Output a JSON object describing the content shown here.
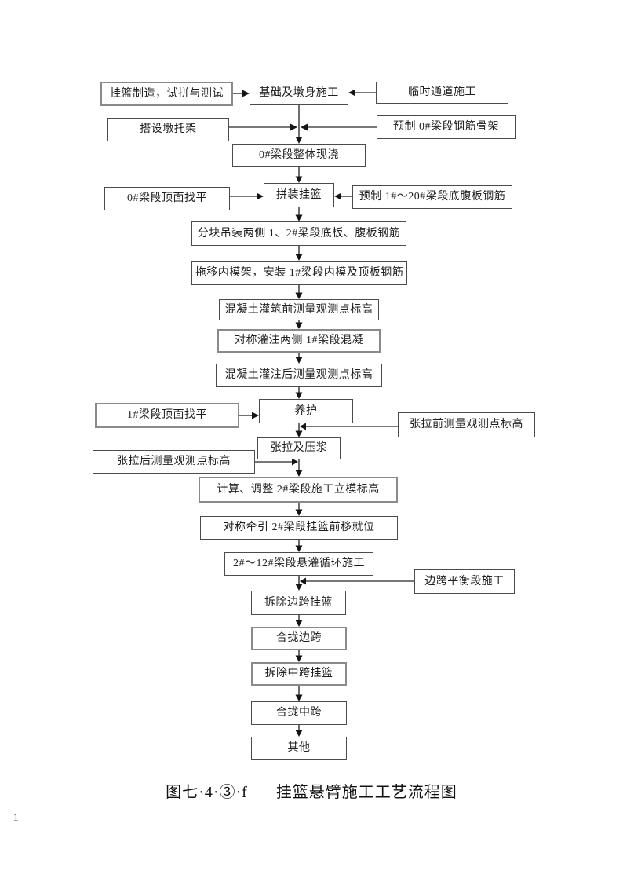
{
  "page": {
    "number": "1"
  },
  "caption": {
    "figure_no": "图七·4·③·f",
    "title": "挂篮悬臂施工工艺流程图"
  },
  "colors": {
    "background": "#ffffff",
    "line": "#4a4a4a",
    "arrow": "#151515",
    "text": "#1f1f1f",
    "box_border": "#4b4b4b",
    "box_border_thick": "#8a8a8a"
  },
  "flowchart": {
    "type": "flowchart",
    "nodes": {
      "basket_fabrication": {
        "label": "挂篮制造，试拼与测试"
      },
      "foundation_pier": {
        "label": "基础及墩身施工"
      },
      "temporary_access": {
        "label": "临时通道施工"
      },
      "pier_bracket": {
        "label": "搭设墩托架"
      },
      "precast_0_skeleton": {
        "label": "预制 0#梁段钢筋骨架"
      },
      "segment0_cast": {
        "label": "0#梁段整体现浇"
      },
      "segment0_leveling": {
        "label": "0#梁段顶面找平"
      },
      "assemble_basket": {
        "label": "拼装挂篮"
      },
      "precast_1_20_rebar": {
        "label": "预制 1#～20#梁段底腹板钢筋"
      },
      "hoist_rebar": {
        "label": "分块吊装两侧 1、2#梁段底板、腹板钢筋"
      },
      "move_inner_form": {
        "label": "拖移内模架，安装 1#梁段内模及顶板钢筋"
      },
      "survey_before_pour": {
        "label": "混凝土灌筑前测量观测点标高"
      },
      "symmetric_pour": {
        "label": "对称灌注两侧 1#梁段混凝"
      },
      "survey_after_pour": {
        "label": "混凝土灌注后测量观测点标高"
      },
      "curing": {
        "label": "养护"
      },
      "segment1_leveling": {
        "label": "1#梁段顶面找平"
      },
      "survey_before_tension": {
        "label": "张拉前测量观测点标高"
      },
      "tension_grouting": {
        "label": "张拉及压浆"
      },
      "survey_after_tension": {
        "label": "张拉后测量观测点标高"
      },
      "adjust_formwork": {
        "label": "计算、调整 2#梁段施工立模标高"
      },
      "drag_basket": {
        "label": "对称牵引 2#梁段挂篮前移就位"
      },
      "cyclic_construction": {
        "label": "2#～12#梁段悬灌循环施工"
      },
      "side_span_balance": {
        "label": "边跨平衡段施工"
      },
      "remove_side_basket": {
        "label": "拆除边跨挂篮"
      },
      "close_side_span": {
        "label": "合拢边跨"
      },
      "remove_mid_basket": {
        "label": "拆除中跨挂篮"
      },
      "close_mid_span": {
        "label": "合拢中跨"
      },
      "other": {
        "label": "其他"
      }
    },
    "edges": [
      [
        "basket_fabrication",
        "foundation_pier"
      ],
      [
        "temporary_access",
        "foundation_pier"
      ],
      [
        "foundation_pier",
        "segment0_cast"
      ],
      [
        "pier_bracket",
        "segment0_cast"
      ],
      [
        "precast_0_skeleton",
        "segment0_cast"
      ],
      [
        "segment0_cast",
        "assemble_basket"
      ],
      [
        "segment0_leveling",
        "assemble_basket"
      ],
      [
        "precast_1_20_rebar",
        "assemble_basket"
      ],
      [
        "assemble_basket",
        "hoist_rebar"
      ],
      [
        "hoist_rebar",
        "move_inner_form"
      ],
      [
        "move_inner_form",
        "survey_before_pour"
      ],
      [
        "survey_before_pour",
        "symmetric_pour"
      ],
      [
        "symmetric_pour",
        "survey_after_pour"
      ],
      [
        "survey_after_pour",
        "curing"
      ],
      [
        "segment1_leveling",
        "curing"
      ],
      [
        "curing",
        "tension_grouting"
      ],
      [
        "survey_before_tension",
        "tension_grouting"
      ],
      [
        "tension_grouting",
        "adjust_formwork"
      ],
      [
        "survey_after_tension",
        "adjust_formwork"
      ],
      [
        "adjust_formwork",
        "drag_basket"
      ],
      [
        "drag_basket",
        "cyclic_construction"
      ],
      [
        "cyclic_construction",
        "remove_side_basket"
      ],
      [
        "side_span_balance",
        "remove_side_basket"
      ],
      [
        "remove_side_basket",
        "close_side_span"
      ],
      [
        "close_side_span",
        "remove_mid_basket"
      ],
      [
        "remove_mid_basket",
        "close_mid_span"
      ],
      [
        "close_mid_span",
        "other"
      ]
    ]
  }
}
